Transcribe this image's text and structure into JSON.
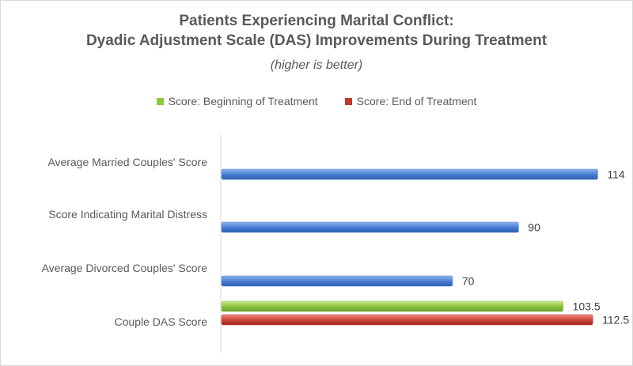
{
  "chart_data": {
    "type": "bar",
    "orientation": "horizontal",
    "title": "Patients Experiencing Marital Conflict:",
    "title_line2": "Dyadic Adjustment Scale (DAS) Improvements During Treatment",
    "subtitle": "(higher is better)",
    "legend_position": "top",
    "grid": false,
    "xlim": [
      0,
      120
    ],
    "legend": [
      {
        "name": "Score: Beginning of Treatment",
        "color": "#8dc63f"
      },
      {
        "name": "Score: End of Treatment",
        "color": "#c0392b"
      }
    ],
    "categories": [
      "Average Married Couples' Score",
      "Score Indicating Marital Distress",
      "Average Divorced Couples' Score",
      "Couple DAS Score"
    ],
    "bars": [
      {
        "category": "Average Married Couples' Score",
        "value": 114,
        "label": "114",
        "color": "#4a7fd4"
      },
      {
        "category": "Score Indicating Marital Distress",
        "value": 90,
        "label": "90",
        "color": "#4a7fd4"
      },
      {
        "category": "Average Divorced Couples' Score",
        "value": 70,
        "label": "70",
        "color": "#4a7fd4"
      },
      {
        "category": "Couple DAS Score",
        "series": "Score: Beginning of Treatment",
        "value": 103.5,
        "label": "103.5",
        "color": "#8dc63f"
      },
      {
        "category": "Couple DAS Score",
        "series": "Score: End of Treatment",
        "value": 112.5,
        "label": "112.5",
        "color": "#c0392b"
      }
    ]
  }
}
